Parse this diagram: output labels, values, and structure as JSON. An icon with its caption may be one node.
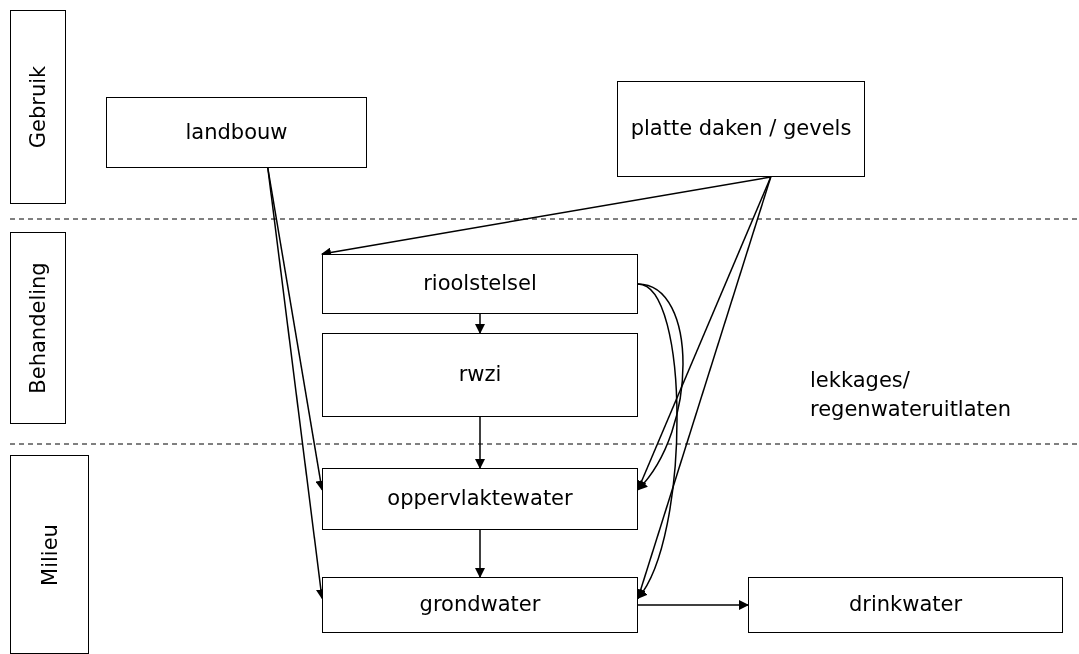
{
  "diagram": {
    "nodes": [
      {
        "text": [
          "Gebruik"
        ]
      },
      {
        "text": [
          "Behandeling"
        ]
      },
      {
        "text": [
          "Milieu"
        ]
      },
      {
        "text": [
          "landbouw"
        ]
      },
      {
        "text": [
          "platte daken / gevels"
        ]
      },
      {
        "text": [
          "rioolstelsel"
        ]
      },
      {
        "text": [
          "rwzi"
        ]
      },
      {
        "text": [
          "oppervlaktewater"
        ]
      },
      {
        "text": [
          "grondwater"
        ]
      },
      {
        "text": [
          "drinkwater"
        ]
      }
    ],
    "edges": [
      {
        "from": 3,
        "to": 7,
        "arrow": "to"
      },
      {
        "from": 3,
        "to": 8,
        "arrow": "to"
      },
      {
        "from": 4,
        "to": 5,
        "arrow": "to"
      },
      {
        "from": 4,
        "to": 7,
        "arrow": "to"
      },
      {
        "from": 4,
        "to": 8,
        "arrow": "to"
      },
      {
        "from": 5,
        "to": 6,
        "arrow": "to"
      },
      {
        "from": 6,
        "to": 7,
        "arrow": "to"
      },
      {
        "from": 5,
        "to": 7,
        "arrow": "to"
      },
      {
        "from": 5,
        "to": 8,
        "arrow": "to"
      },
      {
        "from": 7,
        "to": 8,
        "arrow": "to"
      },
      {
        "from": 8,
        "to": 9,
        "arrow": "to"
      }
    ],
    "labels": [
      "lekkages/ regenwateruitlaten"
    ]
  }
}
